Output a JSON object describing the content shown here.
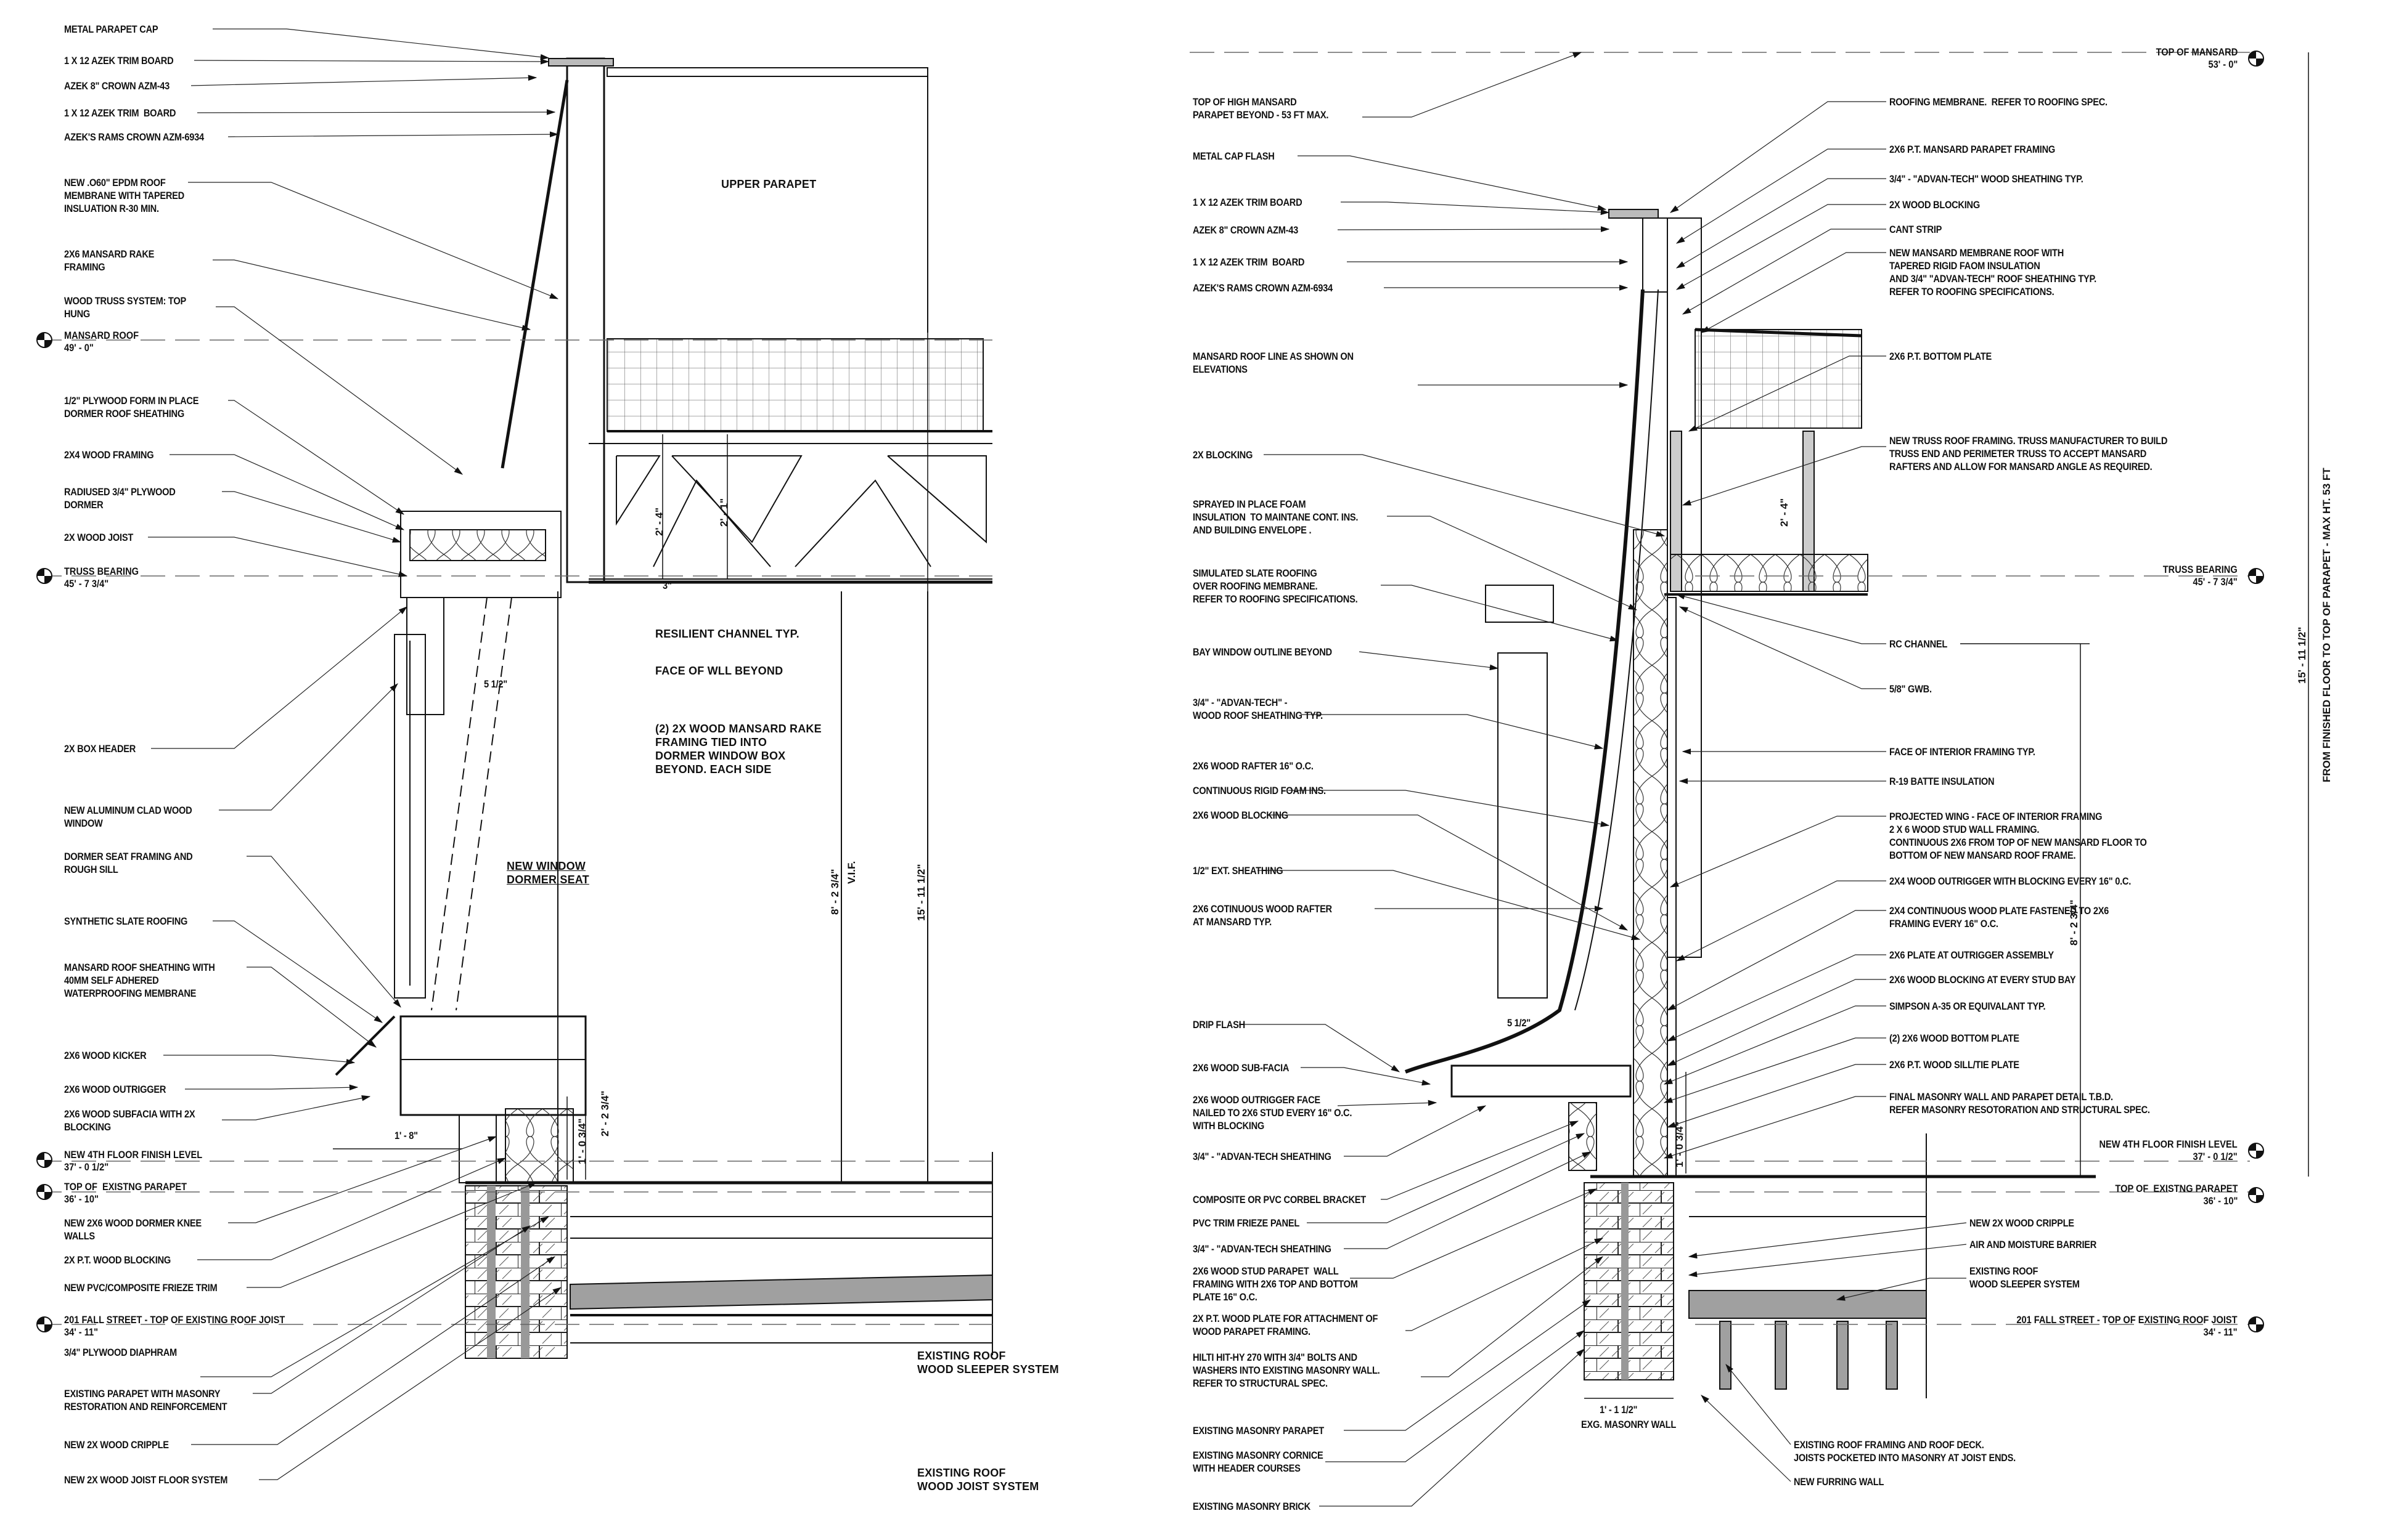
{
  "left_detail": {
    "callouts": [
      {
        "id": "metal-parapet-cap",
        "text": "METAL PARAPET CAP"
      },
      {
        "id": "azek-trim-board-1",
        "text": "1 X 12 AZEK TRIM BOARD"
      },
      {
        "id": "azek-crown",
        "text": "AZEK 8\" CROWN AZM-43"
      },
      {
        "id": "azek-trim-board-2",
        "text": "1 X 12 AZEK TRIM  BOARD"
      },
      {
        "id": "azek-rams-crown",
        "text": "AZEK'S RAMS CROWN AZM-6934"
      },
      {
        "id": "epdm-membrane",
        "text": "NEW .O60\" EPDM ROOF\nMEMBRANE WITH TAPERED\nINSLUATION R-30 MIN."
      },
      {
        "id": "mansard-rake-framing",
        "text": "2X6 MANSARD RAKE\nFRAMING"
      },
      {
        "id": "wood-truss-system",
        "text": "WOOD TRUSS SYSTEM: TOP\nHUNG"
      },
      {
        "id": "plywood-form",
        "text": "1/2\" PLYWOOD FORM IN PLACE\nDORMER ROOF SHEATHING"
      },
      {
        "id": "wood-framing-2x4",
        "text": "2X4 WOOD FRAMING"
      },
      {
        "id": "radiused-plywood",
        "text": "RADIUSED 3/4\" PLYWOOD\nDORMER"
      },
      {
        "id": "wood-joist",
        "text": "2X WOOD JOIST"
      },
      {
        "id": "box-header",
        "text": "2X BOX HEADER"
      },
      {
        "id": "aluminum-window",
        "text": "NEW ALUMINUM CLAD WOOD\nWINDOW"
      },
      {
        "id": "dormer-seat-framing",
        "text": "DORMER SEAT FRAMING AND\nROUGH SILL"
      },
      {
        "id": "synthetic-slate",
        "text": "SYNTHETIC SLATE ROOFING"
      },
      {
        "id": "mansard-sheathing",
        "text": "MANSARD ROOF SHEATHING WITH\n40MM SELF ADHERED\nWATERPROOFING MEMBRANE"
      },
      {
        "id": "wood-kicker",
        "text": "2X6 WOOD KICKER"
      },
      {
        "id": "wood-outrigger",
        "text": "2X6 WOOD OUTRIGGER"
      },
      {
        "id": "wood-subfacia",
        "text": "2X6 WOOD SUBFACIA WITH 2X\nBLOCKING"
      },
      {
        "id": "dormer-knee-walls",
        "text": "NEW 2X6 WOOD DORMER KNEE\nWALLS"
      },
      {
        "id": "pt-wood-blocking",
        "text": "2X P.T. WOOD BLOCKING"
      },
      {
        "id": "frieze-trim",
        "text": "NEW PVC/COMPOSITE FRIEZE TRIM"
      },
      {
        "id": "plywood-diaphram",
        "text": "3/4\" PLYWOOD DIAPHRAM"
      },
      {
        "id": "existing-parapet",
        "text": "EXISTING PARAPET WITH MASONRY\nRESTORATION AND REINFORCEMENT"
      },
      {
        "id": "wood-cripple",
        "text": "NEW 2X WOOD CRIPPLE"
      },
      {
        "id": "joist-floor-system",
        "text": "NEW 2X WOOD JOIST FLOOR SYSTEM"
      }
    ],
    "levels": [
      {
        "name": "MANSARD ROOF",
        "elev": "49' - 0\""
      },
      {
        "name": "TRUSS BEARING",
        "elev": "45' - 7 3/4\""
      },
      {
        "name": "NEW 4TH FLOOR FINISH LEVEL",
        "elev": "37' - 0 1/2\""
      },
      {
        "name": "TOP OF  EXISTNG PARAPET",
        "elev": "36' - 10\""
      },
      {
        "name": "201 FALL STREET - TOP OF EXISTING ROOF JOIST",
        "elev": "34' - 11\""
      }
    ],
    "inner_notes": {
      "upper_parapet": "UPPER PARAPET",
      "resilient_channel": "RESILIENT CHANNEL TYP.",
      "face_of_wall": "FACE OF WLL BEYOND",
      "rake_framing": "(2) 2X WOOD MANSARD RAKE\nFRAMING TIED INTO\nDORMER WINDOW BOX\nBEYOND. EACH SIDE",
      "dormer_seat_title": "NEW WINDOW\nDORMER SEAT",
      "sleeper_system": "EXISTING ROOF\nWOOD SLEEPER SYSTEM",
      "joist_system": "EXISTING ROOF\nWOOD JOIST SYSTEM"
    },
    "dimensions": {
      "truss_depth_a": "2' - 4\"",
      "truss_depth_b": "2' - 1\"",
      "channel_gap": "3\"",
      "rake_width": "5 1/2\"",
      "vif_height": "8' - 2 3/4\"",
      "vif_note": "V.I.F.",
      "overall_height": "15' - 11 1/2\"",
      "overhang": "1' - 8\"",
      "seat_height_a": "2' - 2 3/4\"",
      "seat_height_b": "1' - 0 3/4\""
    }
  },
  "right_detail": {
    "callouts_left": [
      {
        "id": "top-high-mansard",
        "text": "TOP OF HIGH MANSARD\nPARAPET BEYOND - 53 FT MAX."
      },
      {
        "id": "metal-cap-flash",
        "text": "METAL CAP FLASH"
      },
      {
        "id": "azek-trim-board-1",
        "text": "1 X 12 AZEK TRIM BOARD"
      },
      {
        "id": "azek-crown",
        "text": "AZEK 8\" CROWN AZM-43"
      },
      {
        "id": "azek-trim-board-2",
        "text": "1 X 12 AZEK TRIM  BOARD"
      },
      {
        "id": "azek-rams-crown",
        "text": "AZEK'S RAMS CROWN AZM-6934"
      },
      {
        "id": "mansard-roof-line",
        "text": "MANSARD ROOF LINE AS SHOWN ON\nELEVATIONS"
      },
      {
        "id": "blocking-2x",
        "text": "2X BLOCKING"
      },
      {
        "id": "sprayed-foam",
        "text": "SPRAYED IN PLACE FOAM\nINSULATION  TO MAINTANE CONT. INS.\nAND BUILDING ENVELOPE ."
      },
      {
        "id": "simulated-slate",
        "text": "SIMULATED SLATE ROOFING\nOVER ROOFING MEMBRANE.\nREFER TO ROOFING SPECIFICATIONS."
      },
      {
        "id": "bay-window",
        "text": "BAY WINDOW OUTLINE BEYOND"
      },
      {
        "id": "advantech-roof",
        "text": "3/4\" - \"ADVAN-TECH\" -\nWOOD ROOF SHEATHING TYP."
      },
      {
        "id": "wood-rafter",
        "text": "2X6 WOOD RAFTER 16\" O.C."
      },
      {
        "id": "rigid-foam",
        "text": "CONTINUOUS RIGID FOAM INS."
      },
      {
        "id": "wood-blocking-2x6",
        "text": "2X6 WOOD BLOCKING"
      },
      {
        "id": "ext-sheathing",
        "text": "1/2\" EXT. SHEATHING"
      },
      {
        "id": "continuous-rafter",
        "text": "2X6 COTINUOUS WOOD RAFTER\nAT MANSARD TYP."
      },
      {
        "id": "drip-flash",
        "text": "DRIP FLASH"
      },
      {
        "id": "sub-facia",
        "text": "2X6 WOOD SUB-FACIA"
      },
      {
        "id": "outrigger-face",
        "text": "2X6 WOOD OUTRIGGER FACE\nNAILED TO 2X6 STUD EVERY 16\" O.C.\nWITH BLOCKING"
      },
      {
        "id": "advantech-sheathing-1",
        "text": "3/4\" - \"ADVAN-TECH SHEATHING"
      },
      {
        "id": "corbel-bracket",
        "text": "COMPOSITE OR PVC CORBEL BRACKET"
      },
      {
        "id": "frieze-panel",
        "text": "PVC TRIM FRIEZE PANEL"
      },
      {
        "id": "advantech-sheathing-2",
        "text": "3/4\" - \"ADVAN-TECH SHEATHING"
      },
      {
        "id": "stud-parapet-wall",
        "text": "2X6 WOOD STUD PARAPET  WALL\nFRAMING WITH 2X6 TOP AND BOTTOM\nPLATE 16\" O.C."
      },
      {
        "id": "pt-wood-plate",
        "text": "2X P.T. WOOD PLATE FOR ATTACHMENT OF\nWOOD PARAPET FRAMING."
      },
      {
        "id": "hilti-anchor",
        "text": "HILTI HIT-HY 270 WITH 3/4\" BOLTS AND\nWASHERS INTO EXISTING MASONRY WALL.\nREFER TO STRUCTURAL SPEC."
      },
      {
        "id": "masonry-parapet",
        "text": "EXISTING MASONRY PARAPET"
      },
      {
        "id": "masonry-cornice",
        "text": "EXISTING MASONRY CORNICE\nWITH HEADER COURSES"
      },
      {
        "id": "masonry-brick",
        "text": "EXISTING MASONRY BRICK"
      }
    ],
    "callouts_right": [
      {
        "id": "roofing-membrane",
        "text": "ROOFING MEMBRANE.  REFER TO ROOFING SPEC."
      },
      {
        "id": "mansard-parapet-framing",
        "text": "2X6 P.T. MANSARD PARAPET FRAMING"
      },
      {
        "id": "advantech-wood",
        "text": "3/4\" - \"ADVAN-TECH\" WOOD SHEATHING TYP."
      },
      {
        "id": "wood-blocking",
        "text": "2X WOOD BLOCKING"
      },
      {
        "id": "cant-strip",
        "text": "CANT STRIP"
      },
      {
        "id": "mansard-membrane-roof",
        "text": "NEW MANSARD MEMBRANE ROOF WITH\nTAPERED RIGID FAOM INSULATION\nAND 3/4\" \"ADVAN-TECH\" ROOF SHEATHING TYP.\nREFER TO ROOFING SPECIFICATIONS."
      },
      {
        "id": "pt-bottom-plate",
        "text": "2X6 P.T. BOTTOM PLATE"
      },
      {
        "id": "truss-roof-framing",
        "text": "NEW TRUSS ROOF FRAMING. TRUSS MANUFACTURER TO BUILD\nTRUSS END AND PERIMETER TRUSS TO ACCEPT MANSARD\nRAFTERS AND ALLOW FOR MANSARD ANGLE AS REQUIRED."
      },
      {
        "id": "rc-channel",
        "text": "RC CHANNEL"
      },
      {
        "id": "gwb",
        "text": "5/8\" GWB."
      },
      {
        "id": "interior-framing",
        "text": "FACE OF INTERIOR FRAMING TYP."
      },
      {
        "id": "batt-insulation",
        "text": "R-19 BATTE INSULATION"
      },
      {
        "id": "projected-wing",
        "text": "PROJECTED WING - FACE OF INTERIOR FRAMING\n2 X 6 WOOD STUD WALL FRAMING.\nCONTINUOUS 2X6 FROM TOP OF NEW MANSARD FLOOR TO\nBOTTOM OF NEW MANSARD ROOF FRAME."
      },
      {
        "id": "outrigger-2x4",
        "text": "2X4 WOOD OUTRIGGER WITH BLOCKING EVERY 16\" 0.C."
      },
      {
        "id": "continuous-plate",
        "text": "2X4 CONTINUOUS WOOD PLATE FASTENED TO 2X6\nFRAMING EVERY 16\" O.C."
      },
      {
        "id": "outrigger-plate",
        "text": "2X6 PLATE AT OUTRIGGER ASSEMBLY"
      },
      {
        "id": "stud-bay-blocking",
        "text": "2X6 WOOD BLOCKING AT EVERY STUD BAY"
      },
      {
        "id": "simpson",
        "text": "SIMPSON A-35 OR EQUIVALANT TYP."
      },
      {
        "id": "bottom-plate",
        "text": "(2) 2X6 WOOD BOTTOM PLATE"
      },
      {
        "id": "sill-plate",
        "text": "2X6 P.T. WOOD SILL/TIE PLATE"
      },
      {
        "id": "final-masonry",
        "text": "FINAL MASONRY WALL AND PARAPET DETAIL T.B.D.\nREFER MASONRY RESOTORATION AND STRUCTURAL SPEC."
      },
      {
        "id": "wood-cripple",
        "text": "NEW 2X WOOD CRIPPLE"
      },
      {
        "id": "moisture-barrier",
        "text": "AIR AND MOISTURE BARRIER"
      },
      {
        "id": "sleeper-system",
        "text": "EXISTING ROOF\nWOOD SLEEPER SYSTEM"
      }
    ],
    "bottom_notes": {
      "roof_framing": "EXISTING ROOF FRAMING AND ROOF DECK.\nJOISTS POCKETED INTO MASONRY AT JOIST ENDS.",
      "furring_wall": "NEW FURRING WALL"
    },
    "levels": [
      {
        "name": "TOP OF MANSARD",
        "elev": "53' - 0\""
      },
      {
        "name": "TRUSS BEARING",
        "elev": "45' - 7 3/4\""
      },
      {
        "name": "NEW 4TH FLOOR FINISH LEVEL",
        "elev": "37' - 0 1/2\""
      },
      {
        "name": "TOP OF  EXISTNG PARAPET",
        "elev": "36' - 10\""
      },
      {
        "name": "201 FALL STREET - TOP OF EXISTING ROOF JOIST",
        "elev": "34' - 11\""
      }
    ],
    "dimensions": {
      "truss_depth": "2' - 4\"",
      "rake_width": "5 1/2\"",
      "parapet_height": "1' - 0 3/4\"",
      "wall_width": "1' - 1 1/2\"",
      "wall_width_label": "EXG. MASONRY WALL",
      "floor_to_ceiling": "8' - 2 3/4\"",
      "overall_height": "15' - 11 1/2\"",
      "overall_note": "FROM FINISHED FLOOR TO TOP OF PARAPET - MAX HT. 53 FT"
    }
  }
}
